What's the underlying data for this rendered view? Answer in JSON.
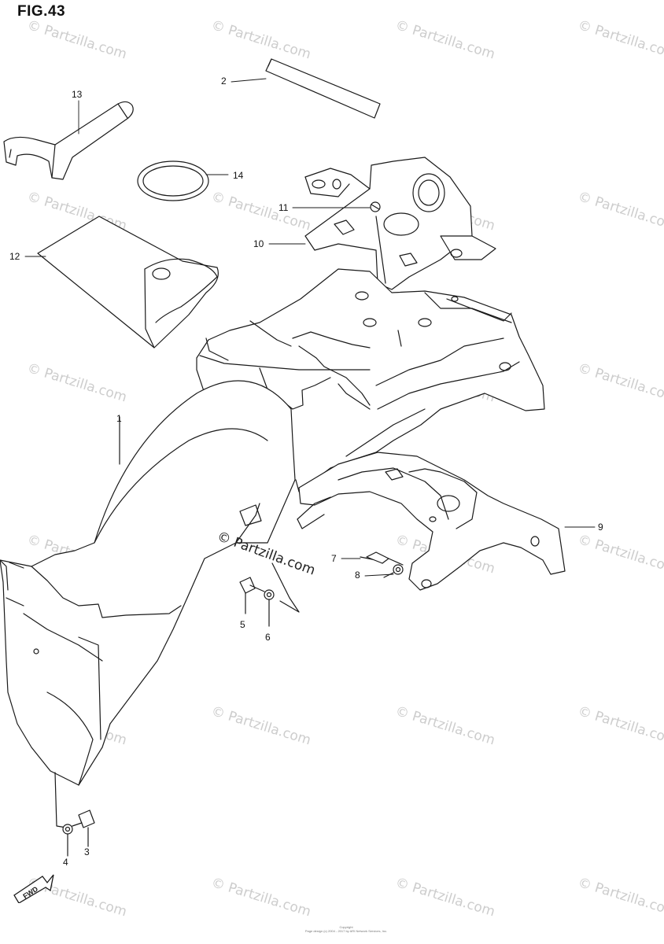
{
  "figure": {
    "title": "FIG.43"
  },
  "watermark": {
    "text": "© Partzilla.com",
    "center_text": "© Partzilla.com"
  },
  "callouts": [
    {
      "id": "2",
      "label": "2"
    },
    {
      "id": "13",
      "label": "13"
    },
    {
      "id": "14",
      "label": "14"
    },
    {
      "id": "11",
      "label": "11"
    },
    {
      "id": "10",
      "label": "10"
    },
    {
      "id": "12",
      "label": "12"
    },
    {
      "id": "1",
      "label": "1"
    },
    {
      "id": "9",
      "label": "9"
    },
    {
      "id": "7",
      "label": "7"
    },
    {
      "id": "8",
      "label": "8"
    },
    {
      "id": "5",
      "label": "5"
    },
    {
      "id": "6",
      "label": "6"
    },
    {
      "id": "4",
      "label": "4"
    },
    {
      "id": "3",
      "label": "3"
    }
  ],
  "direction": {
    "label": "FWD"
  },
  "footer": {
    "line1": "Copyright",
    "line2": "Page design (c) 2004 - 2017 by ARI Network Services, Inc."
  },
  "colors": {
    "line": "#1a1a1a",
    "watermark": "#cdcdcd"
  }
}
